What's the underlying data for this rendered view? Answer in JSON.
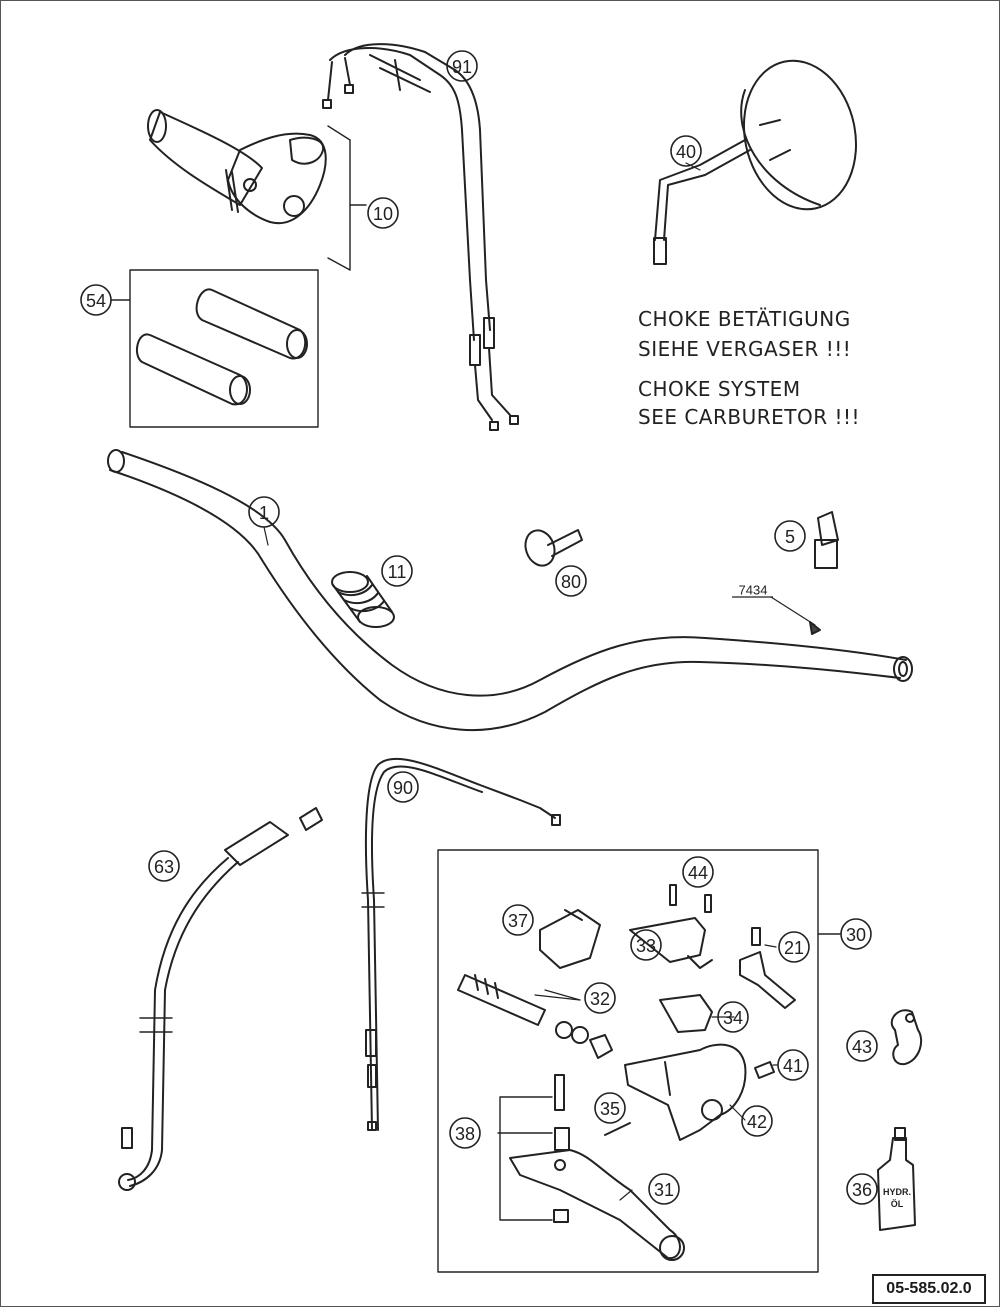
{
  "callouts": [
    {
      "id": "c91",
      "label": "91"
    },
    {
      "id": "c10",
      "label": "10"
    },
    {
      "id": "c40",
      "label": "40"
    },
    {
      "id": "c54",
      "label": "54"
    },
    {
      "id": "c1",
      "label": "1"
    },
    {
      "id": "c5",
      "label": "5"
    },
    {
      "id": "c11",
      "label": "11"
    },
    {
      "id": "c80",
      "label": "80"
    },
    {
      "id": "c90",
      "label": "90"
    },
    {
      "id": "c63",
      "label": "63"
    },
    {
      "id": "c44",
      "label": "44"
    },
    {
      "id": "c37",
      "label": "37"
    },
    {
      "id": "c33",
      "label": "33"
    },
    {
      "id": "c21",
      "label": "21"
    },
    {
      "id": "c30",
      "label": "30"
    },
    {
      "id": "c32",
      "label": "32"
    },
    {
      "id": "c34",
      "label": "34"
    },
    {
      "id": "c41",
      "label": "41"
    },
    {
      "id": "c43",
      "label": "43"
    },
    {
      "id": "c42",
      "label": "42"
    },
    {
      "id": "c35",
      "label": "35"
    },
    {
      "id": "c38",
      "label": "38"
    },
    {
      "id": "c31",
      "label": "31"
    },
    {
      "id": "c36",
      "label": "36"
    }
  ],
  "part_number_label": "7434",
  "note_lines": {
    "de_line1": "CHOKE BETÄTIGUNG",
    "de_line2": "SIEHE VERGASER !!!",
    "en_line1": "CHOKE SYSTEM",
    "en_line2": "SEE CARBURETOR !!!"
  },
  "oil_bottle_text": [
    "HYDR.",
    "ÖL"
  ],
  "diagram_reference": "05-585.02.0"
}
